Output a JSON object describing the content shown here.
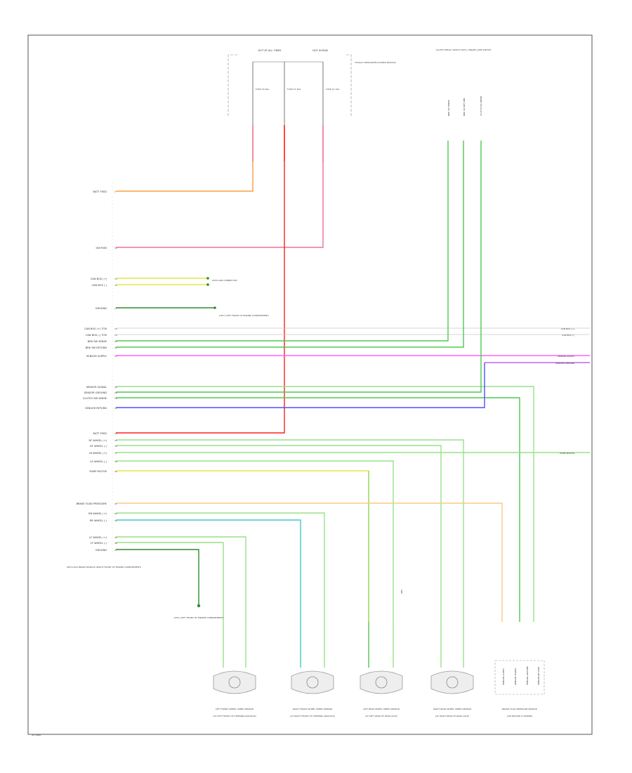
{
  "diagram": {
    "figure_code": "4173060",
    "fuse_block": {
      "header_left": "HOT AT ALL TIMES",
      "header_right": "HOT IN RUN",
      "side_label": "TOTALLY INTEGRATED POWER MODULE",
      "fuse_left": "FUSE 16 20A",
      "fuse_middle": "FUSE 47 40A",
      "fuse_right": "FUSE 22 10A"
    },
    "sensor_box": {
      "title": "CLUTCH PEDAL SWITCH (M/T) / BRAKE LAMP SWITCH",
      "pins": [
        "BRK SW SENSE",
        "BRK SW RETURN",
        "CLUTCH SW SENSE"
      ]
    },
    "module_pins": [
      {
        "label": "BATT FEED",
        "pin": "1"
      },
      {
        "label": "IGN RUN",
        "pin": "10"
      },
      {
        "label": "CAN BUS (+)",
        "pin": "14"
      },
      {
        "label": "CAN BUS (-)",
        "pin": "15"
      },
      {
        "label": "GROUND",
        "pin": "17"
      },
      {
        "label": "CAN BUS (+) TCM",
        "pin": "19"
      },
      {
        "label": "CAN BUS (-) TCM",
        "pin": "20"
      },
      {
        "label": "BRK SW SENSE",
        "pin": "21"
      },
      {
        "label": "BRK SW RETURN",
        "pin": "22"
      },
      {
        "label": "SENSOR SUPPLY",
        "pin": "23"
      },
      {
        "label": "SENSOR SIGNAL",
        "pin": "28"
      },
      {
        "label": "SENSOR GROUND",
        "pin": "29"
      },
      {
        "label": "CLUTCH SW SENSE",
        "pin": "30"
      },
      {
        "label": "SENSOR RETURN",
        "pin": "31"
      },
      {
        "label": "BATT FEED",
        "pin": "34"
      },
      {
        "label": "RF WHEEL (+)",
        "pin": "35"
      },
      {
        "label": "RF WHEEL (-)",
        "pin": "36"
      },
      {
        "label": "LR WHEEL (+)",
        "pin": "37"
      },
      {
        "label": "LR WHEEL (-)",
        "pin": "38"
      },
      {
        "label": "PUMP MOTOR",
        "pin": "39"
      },
      {
        "label": "BRAKE FLUID PRESSURE",
        "pin": "41"
      },
      {
        "label": "RR WHEEL (+)",
        "pin": "42"
      },
      {
        "label": "RR WHEEL (-)",
        "pin": "43"
      },
      {
        "label": "LF WHEEL (+)",
        "pin": "45"
      },
      {
        "label": "LF WHEEL (-)",
        "pin": "46"
      },
      {
        "label": "GROUND",
        "pin": "47"
      }
    ],
    "ground_note": "ANTI-LOCK BRAKE MODULE (RIGHT FRONT OF ENGINE COMPARTMENT)",
    "ground_label": "G301 (LEFT FRONT OF ENGINE COMPARTMENT)",
    "splice_label": "ABS",
    "splice_note": "DATA LINK CONNECTOR",
    "right_refs": [
      "CAN BUS (+)",
      "CAN BUS (-)",
      "SENSOR SUPPLY",
      "SENSOR GROUND",
      "PUMP MOTOR"
    ],
    "sensors": [
      {
        "name": "LEFT FRONT WHEEL SPEED SENSOR",
        "note": "(AT LEFT FRONT OF STEERING KNUCKLE)"
      },
      {
        "name": "RIGHT FRONT WHEEL SPEED SENSOR",
        "note": "(AT RIGHT FRONT OF STEERING KNUCKLE)"
      },
      {
        "name": "LEFT REAR WHEEL SPEED SENSOR",
        "note": "(AT LEFT REAR OF REAR AXLE)"
      },
      {
        "name": "RIGHT REAR WHEEL SPEED SENSOR",
        "note": "(AT RIGHT REAR OF REAR AXLE)"
      },
      {
        "name": "BRAKE FLUID PRESSURE SENSOR",
        "note": "(ON MASTER CYLINDER)"
      }
    ],
    "pressure_pins": [
      "SENSOR SUPPLY",
      "SENSOR SIGNAL",
      "SENSOR GROUND",
      "SENSOR RETURN"
    ],
    "colors": {
      "orange": "#f5a040",
      "pink": "#f07090",
      "red": "#ff2020",
      "yellow": "#e6e64a",
      "green": "#50c850",
      "light_green": "#98e08a",
      "violet": "#c060ff",
      "blue": "#5050ff",
      "dark_green": "#2e8b2e",
      "cyan": "#40c8c8",
      "light_orange": "#f8c88a",
      "grey_wire": "#c8c8c8"
    }
  }
}
